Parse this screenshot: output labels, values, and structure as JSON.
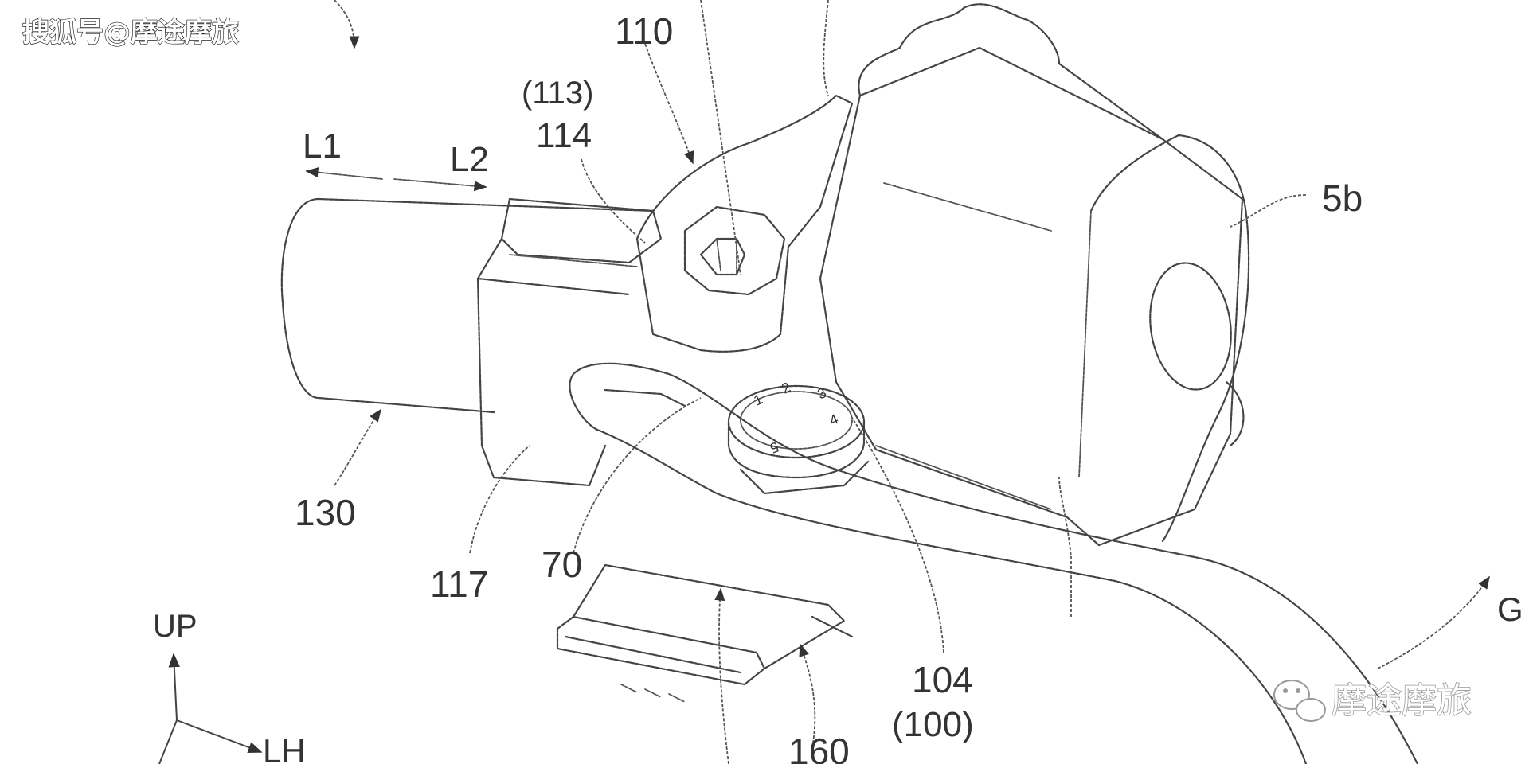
{
  "watermark": {
    "top_left": "搜狐号@摩途摩旅",
    "bottom_right": "摩途摩旅"
  },
  "labels": {
    "l110": "110",
    "l113": "(113)",
    "l114": "114",
    "l_L1": "L1",
    "l_L2": "L2",
    "l5b": "5b",
    "l130": "130",
    "l117": "117",
    "l70": "70",
    "l104": "104",
    "l100": "(100)",
    "l160": "160",
    "l_up": "UP",
    "l_lh": "LH",
    "l_g": "G"
  },
  "dial_marks": [
    "1",
    "2",
    "3",
    "4",
    "5"
  ],
  "colors": {
    "line": "#444444",
    "text": "#333333",
    "background": "#ffffff"
  }
}
